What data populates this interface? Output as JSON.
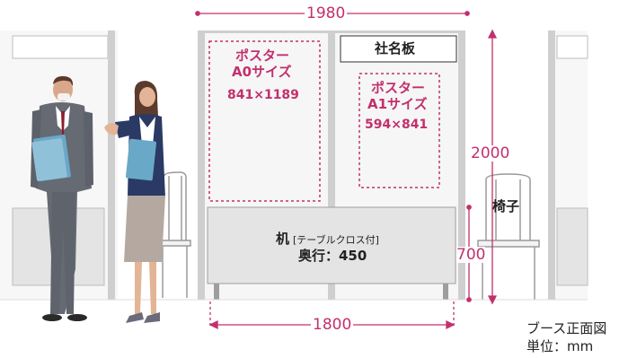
{
  "dims": {
    "booth_width": "1980",
    "booth_height": "2000",
    "desk_height": "700",
    "desk_width": "1800"
  },
  "poster_a0": {
    "line1": "ポスター",
    "line2": "A0サイズ",
    "size": "841×1189"
  },
  "poster_a1": {
    "line1": "ポスター",
    "line2": "A1サイズ",
    "size": "594×841"
  },
  "nameplate": "社名板",
  "desk": {
    "label": "机",
    "note": "[テーブルクロス付]",
    "depth": "奥行：450"
  },
  "chair": "椅子",
  "caption": {
    "line1": "ブース正面図",
    "line2": "単位：mm"
  },
  "colors": {
    "accent": "#c2306d",
    "panel": "#cfcfcf",
    "desk": "#e4e4e4"
  }
}
